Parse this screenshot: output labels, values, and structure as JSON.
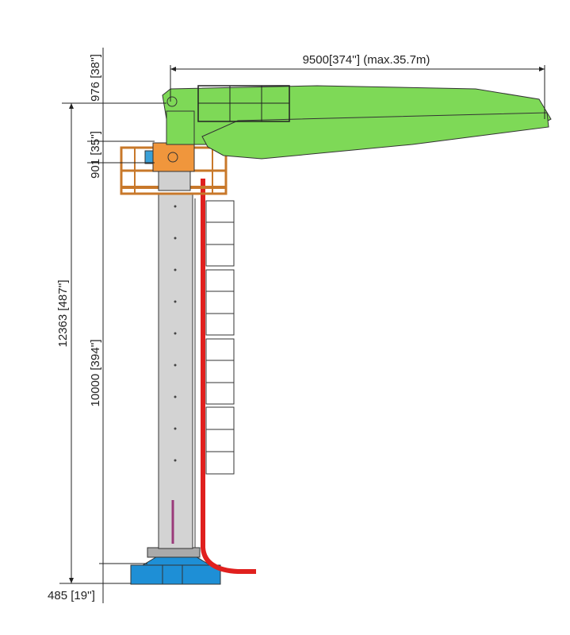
{
  "dimensions": {
    "boom_reach": "9500[374''] (max.35.7m)",
    "top_offset": "976 [38'']",
    "platform_height": "901 [35'']",
    "total_height": "12363 [487'']",
    "column_height": "10000 [394'']",
    "base_height": "485 [19'']"
  },
  "colors": {
    "boom": "#7ED957",
    "column": "#D3D3D3",
    "platform": "#C8782A",
    "turret": "#F0963C",
    "hose": "#E0201E",
    "base": "#1E8FD6"
  }
}
